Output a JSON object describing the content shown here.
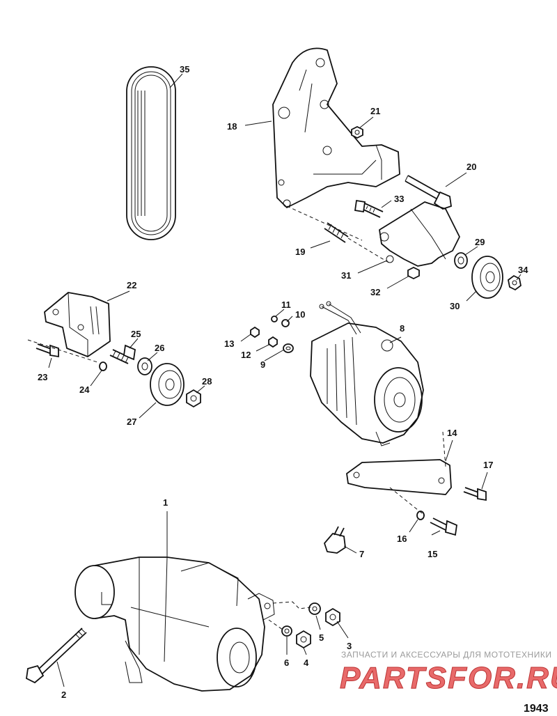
{
  "figure_number": "1943",
  "watermark": {
    "tagline": "ЗАПЧАСТИ И АКСЕССУАРЫ ДЛЯ МОТОТЕХНИКИ",
    "brand": "PARTSFOR.RU"
  },
  "callouts": [
    {
      "id": "c1",
      "text": "1"
    },
    {
      "id": "c2",
      "text": "2"
    },
    {
      "id": "c3",
      "text": "3"
    },
    {
      "id": "c4",
      "text": "4"
    },
    {
      "id": "c5",
      "text": "5"
    },
    {
      "id": "c6",
      "text": "6"
    },
    {
      "id": "c7",
      "text": "7"
    },
    {
      "id": "c8",
      "text": "8"
    },
    {
      "id": "c9",
      "text": "9"
    },
    {
      "id": "c10",
      "text": "10"
    },
    {
      "id": "c11",
      "text": "11"
    },
    {
      "id": "c12",
      "text": "12"
    },
    {
      "id": "c13",
      "text": "13"
    },
    {
      "id": "c14",
      "text": "14"
    },
    {
      "id": "c15",
      "text": "15"
    },
    {
      "id": "c16",
      "text": "16"
    },
    {
      "id": "c17",
      "text": "17"
    },
    {
      "id": "c18",
      "text": "18"
    },
    {
      "id": "c19",
      "text": "19"
    },
    {
      "id": "c20",
      "text": "20"
    },
    {
      "id": "c21",
      "text": "21"
    },
    {
      "id": "c22",
      "text": "22"
    },
    {
      "id": "c23",
      "text": "23"
    },
    {
      "id": "c24",
      "text": "24"
    },
    {
      "id": "c25",
      "text": "25"
    },
    {
      "id": "c26",
      "text": "26"
    },
    {
      "id": "c27",
      "text": "27"
    },
    {
      "id": "c28",
      "text": "28"
    },
    {
      "id": "c29",
      "text": "29"
    },
    {
      "id": "c30",
      "text": "30"
    },
    {
      "id": "c31",
      "text": "31"
    },
    {
      "id": "c32",
      "text": "32"
    },
    {
      "id": "c33",
      "text": "33"
    },
    {
      "id": "c34",
      "text": "34"
    },
    {
      "id": "c35",
      "text": "35"
    }
  ]
}
